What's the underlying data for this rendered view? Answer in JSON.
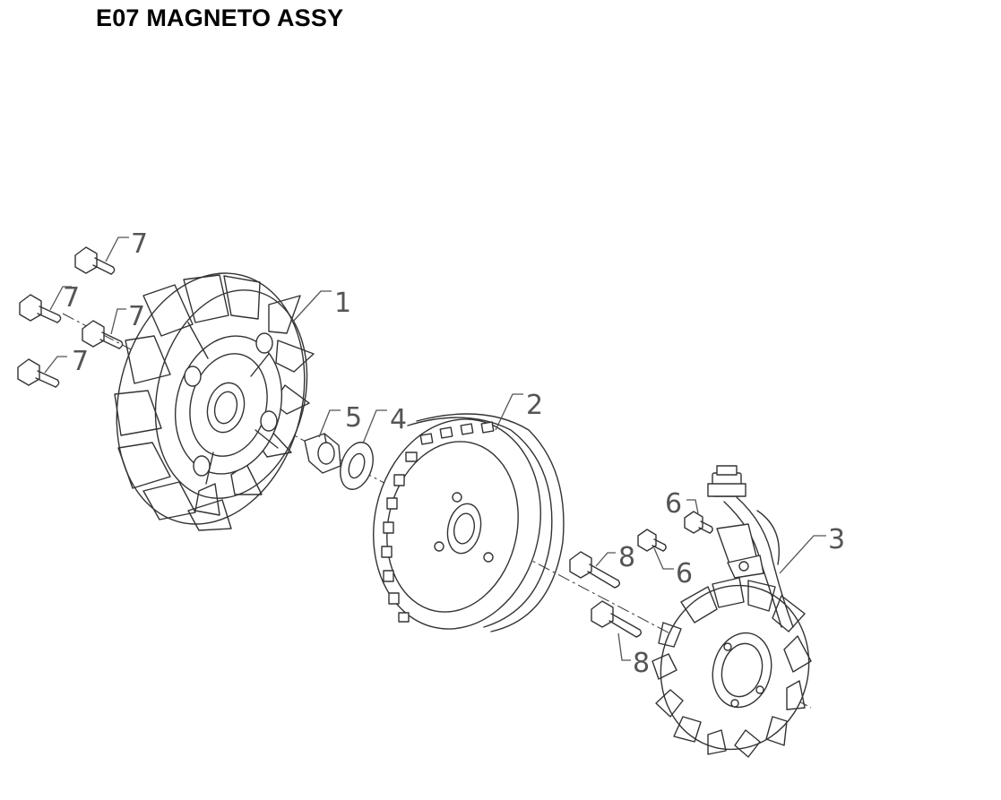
{
  "title": "E07 MAGNETO ASSY",
  "callouts": {
    "flywheel_fan": "1",
    "flywheel": "2",
    "stator": "3",
    "washer": "4",
    "nut": "5",
    "bolt_6a": "6",
    "bolt_6b": "6",
    "bolt_7a": "7",
    "bolt_7b": "7",
    "bolt_7c": "7",
    "bolt_7d": "7",
    "bolt_8a": "8",
    "bolt_8b": "8"
  }
}
